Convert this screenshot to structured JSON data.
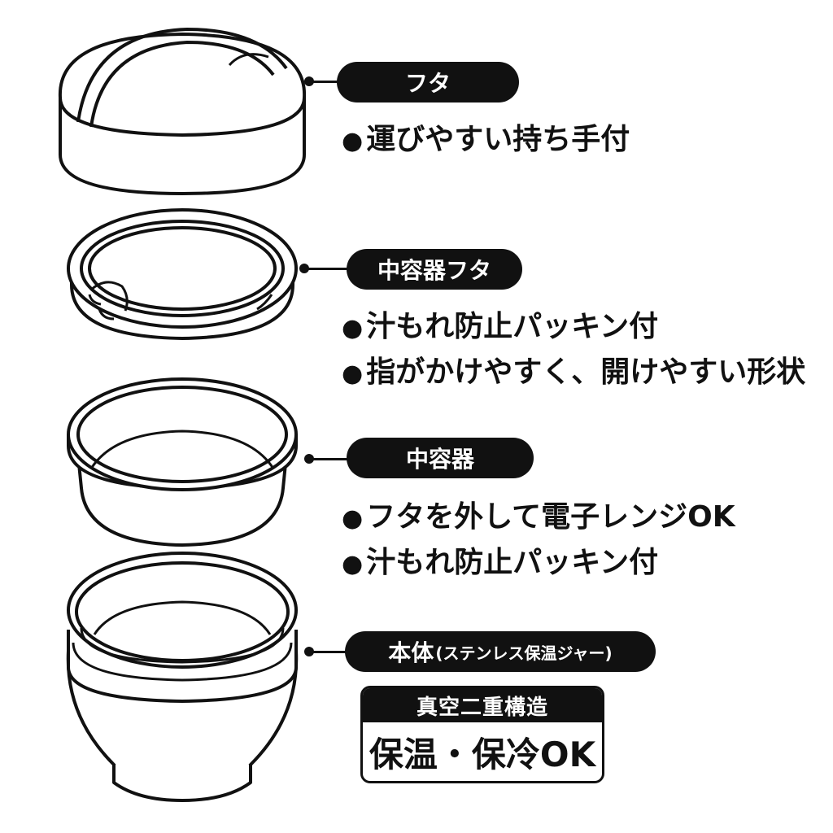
{
  "parts": [
    {
      "label": "フタ",
      "features": [
        "運びやすい持ち手付"
      ]
    },
    {
      "label": "中容器フタ",
      "features": [
        "汁もれ防止パッキン付",
        "指がかけやすく、開けやすい形状"
      ]
    },
    {
      "label": "中容器",
      "features": [
        "フタを外して電子レンジOK",
        "汁もれ防止パッキン付"
      ]
    },
    {
      "label": "本体",
      "label_sub": "(ステンレス保温ジャー)",
      "features": []
    }
  ],
  "bullet": "●",
  "vacuum_box": {
    "title": "真空二重構造",
    "body": "保温・保冷OK"
  }
}
